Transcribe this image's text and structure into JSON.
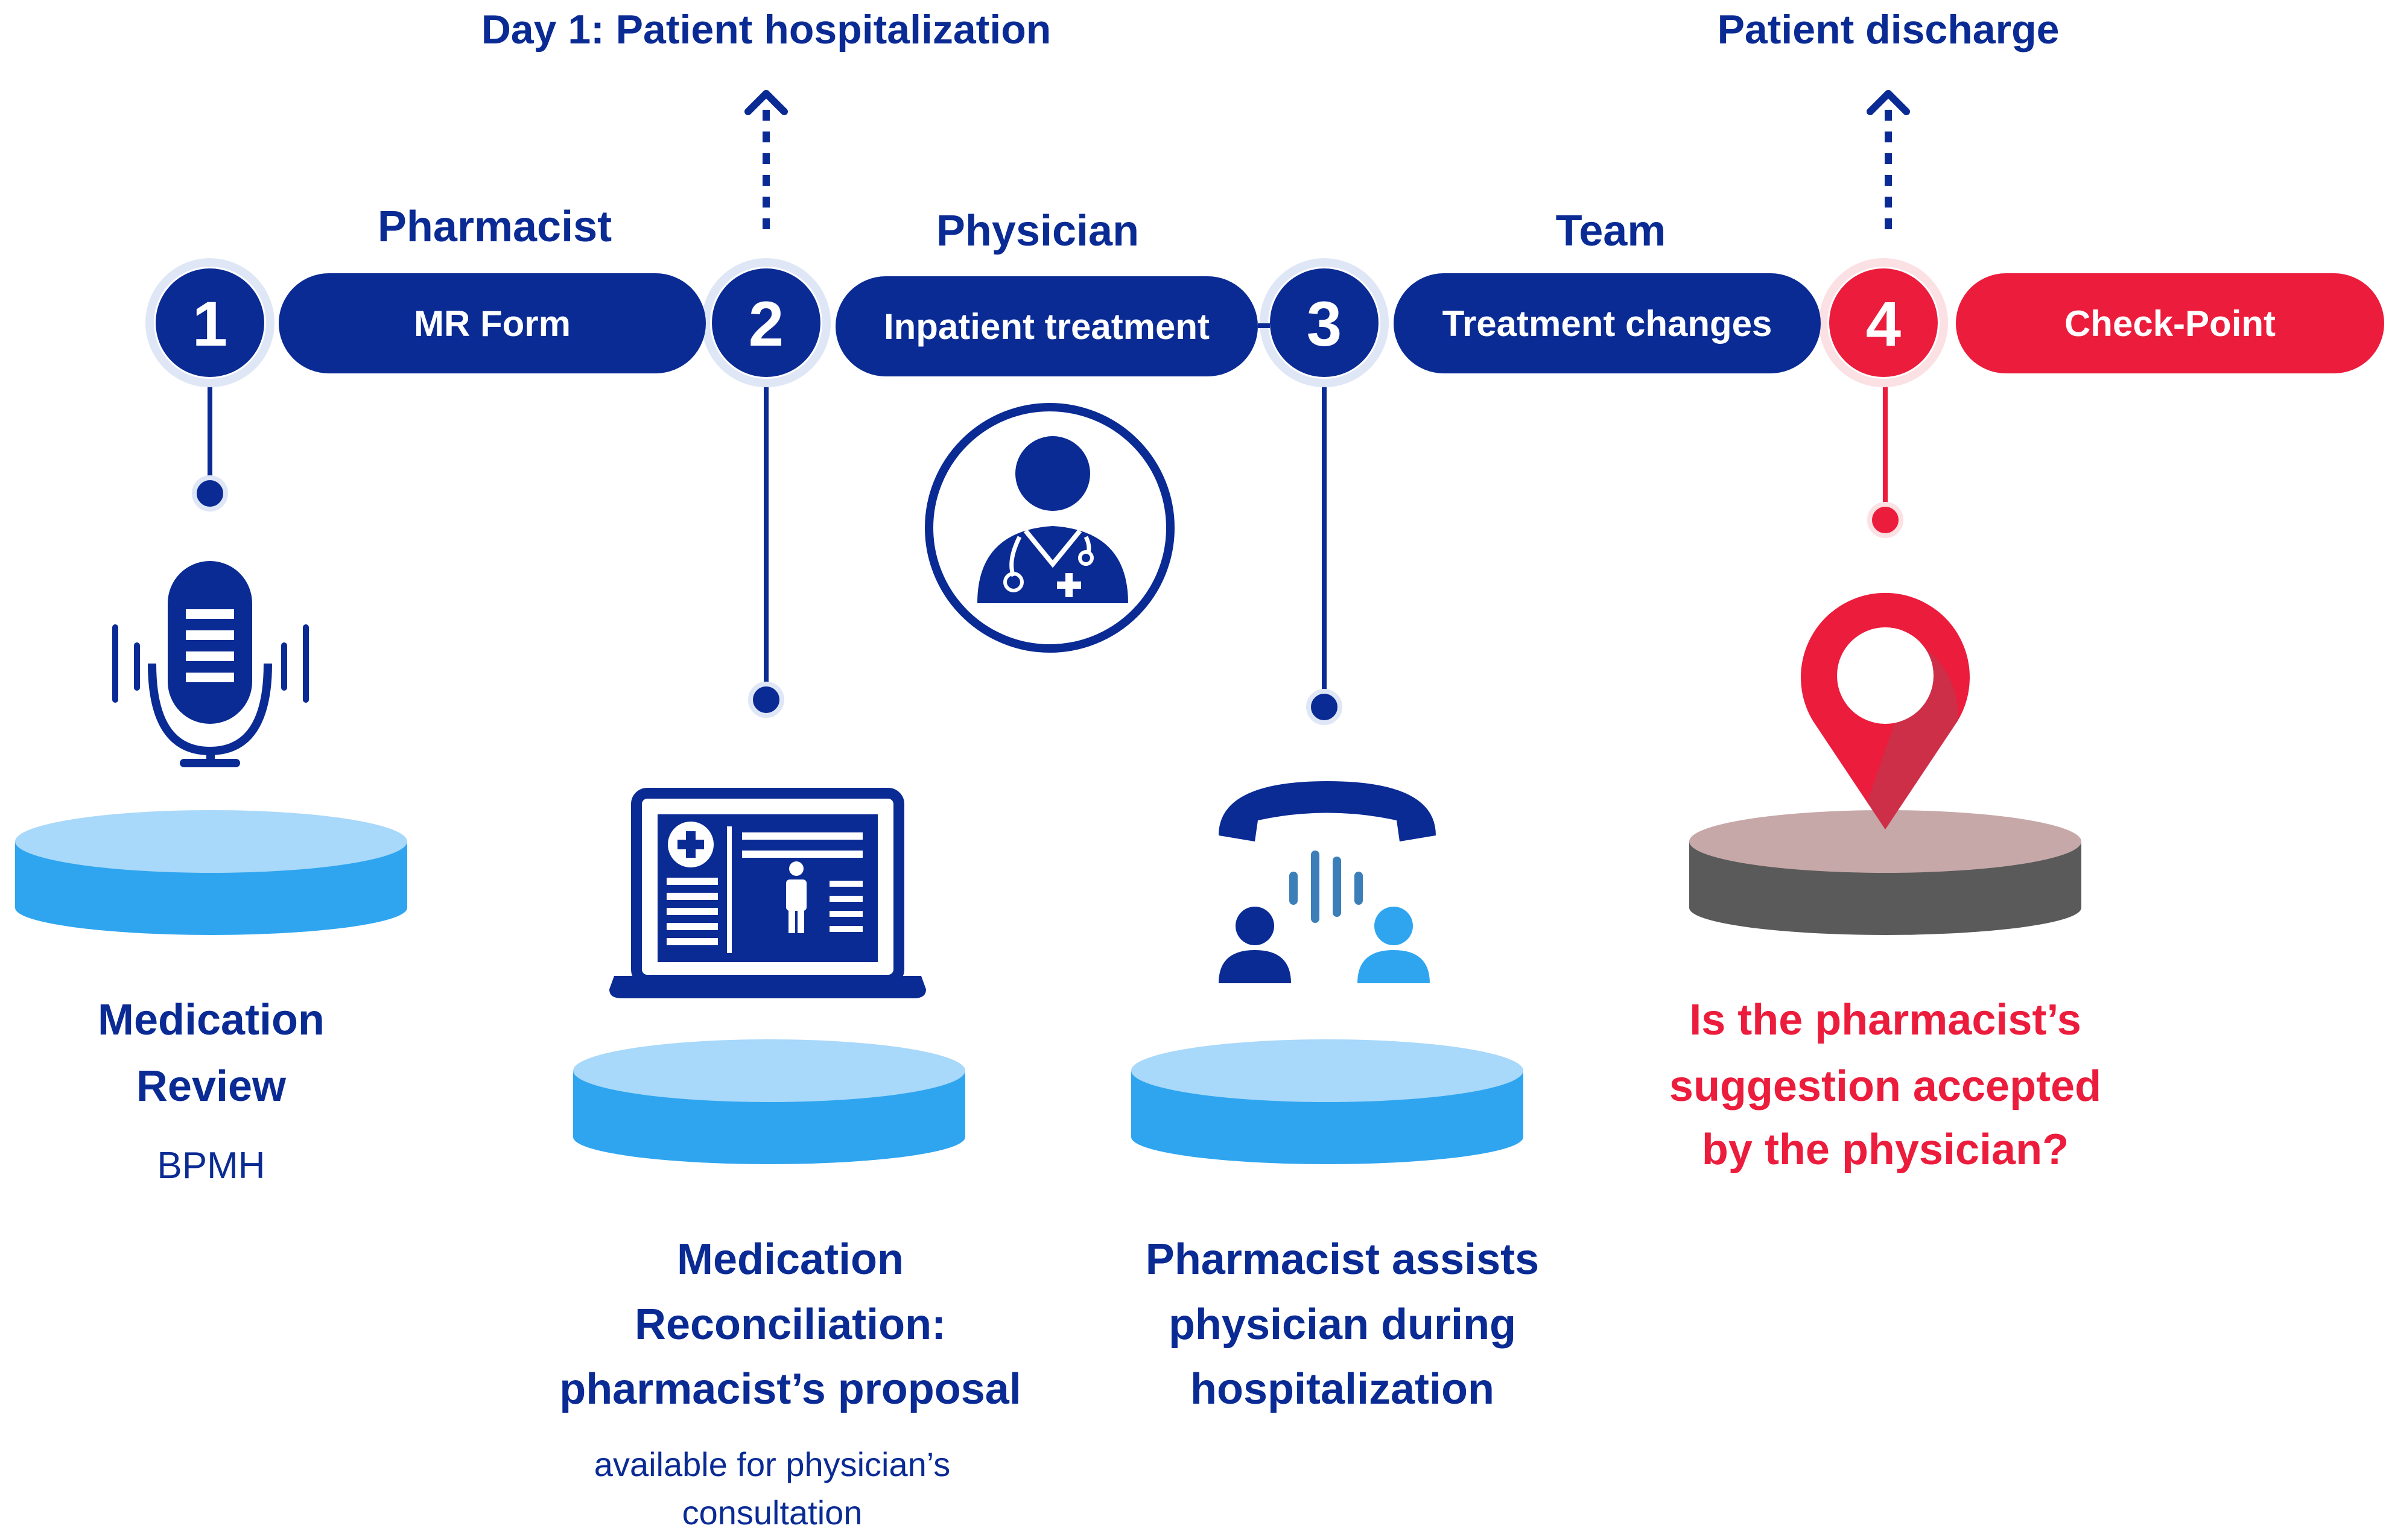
{
  "colors": {
    "navy": "#0a2a94",
    "red": "#ec1c3c",
    "sky": "#2fa5f0",
    "sky_light": "#a8d8fa",
    "gray": "#5a5a5a",
    "gray_light": "#c7a8a8"
  },
  "top_labels": {
    "day1": "Day 1: Patient hospitalization",
    "discharge": "Patient discharge"
  },
  "roles": {
    "pharmacist": "Pharmacist",
    "physician": "Physician",
    "team": "Team"
  },
  "steps": [
    {
      "number": "1",
      "pill": "MR Form"
    },
    {
      "number": "2",
      "pill": "Inpatient treatment"
    },
    {
      "number": "3",
      "pill": "Treatment changes"
    },
    {
      "number": "4",
      "pill": "Check-Point"
    }
  ],
  "stage1": {
    "title_line1": "Medication",
    "title_line2": "Review",
    "subtitle": "BPMH",
    "icon": "microphone-icon"
  },
  "stage2": {
    "title_line1": "Medication",
    "title_line2": "Reconciliation:",
    "title_line3": "pharmacist’s proposal",
    "subtitle_line1": "available for physician’s",
    "subtitle_line2": "consultation",
    "icon": "laptop-medical-record-icon"
  },
  "stage3": {
    "title_line1": "Pharmacist assists",
    "title_line2": "physician during",
    "title_line3": "hospitalization",
    "icon": "phone-call-icon"
  },
  "stage4": {
    "title_line1": "Is the pharmacist’s",
    "title_line2": "suggestion accepted",
    "title_line3": "by the physician?",
    "icon": "location-pin-icon"
  },
  "physician_icon": "doctor-icon"
}
